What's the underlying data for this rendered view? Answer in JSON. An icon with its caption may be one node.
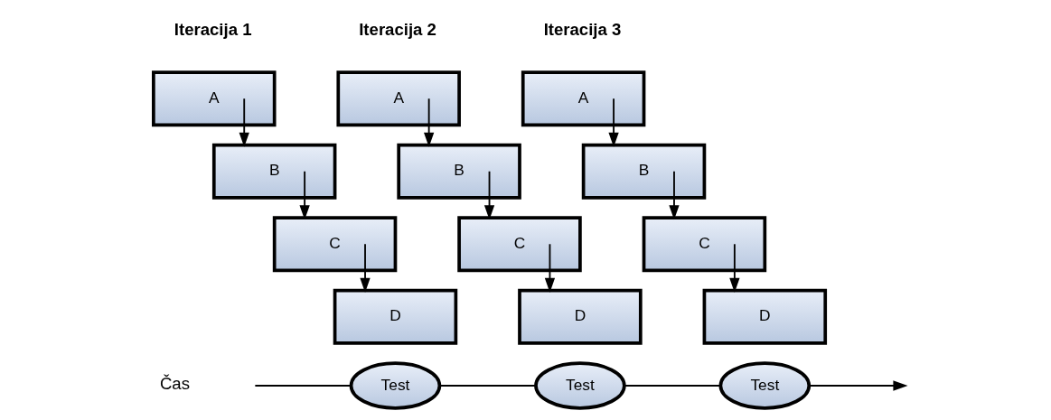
{
  "diagram": {
    "nodes": [
      {
        "text": [
          "A"
        ]
      },
      {
        "text": [
          "B"
        ]
      },
      {
        "text": [
          "C"
        ]
      },
      {
        "text": [
          "D"
        ]
      },
      {
        "text": [
          "A"
        ]
      },
      {
        "text": [
          "B"
        ]
      },
      {
        "text": [
          "C"
        ]
      },
      {
        "text": [
          "D"
        ]
      },
      {
        "text": [
          "A"
        ]
      },
      {
        "text": [
          "B"
        ]
      },
      {
        "text": [
          "C"
        ]
      },
      {
        "text": [
          "D"
        ]
      },
      {
        "text": [
          "Test"
        ]
      },
      {
        "text": [
          "Test"
        ]
      },
      {
        "text": [
          "Test"
        ]
      }
    ],
    "edges": [
      {
        "from": 0,
        "to": 1,
        "arrow": "to"
      },
      {
        "from": 1,
        "to": 2,
        "arrow": "to"
      },
      {
        "from": 2,
        "to": 3,
        "arrow": "to"
      },
      {
        "from": 4,
        "to": 5,
        "arrow": "to"
      },
      {
        "from": 5,
        "to": 6,
        "arrow": "to"
      },
      {
        "from": 6,
        "to": 7,
        "arrow": "to"
      },
      {
        "from": 8,
        "to": 9,
        "arrow": "to"
      },
      {
        "from": 9,
        "to": 10,
        "arrow": "to"
      },
      {
        "from": 10,
        "to": 11,
        "arrow": "to"
      },
      {
        "from": null,
        "to": 12,
        "arrow": "none"
      },
      {
        "from": 12,
        "to": 13,
        "arrow": "none"
      },
      {
        "from": 13,
        "to": 14,
        "arrow": "none"
      },
      {
        "from": 14,
        "to": null,
        "arrow": "to"
      }
    ],
    "labels": [
      "Iteracija 1",
      "Iteracija 2",
      "Iteracija 3",
      "Čas"
    ]
  }
}
